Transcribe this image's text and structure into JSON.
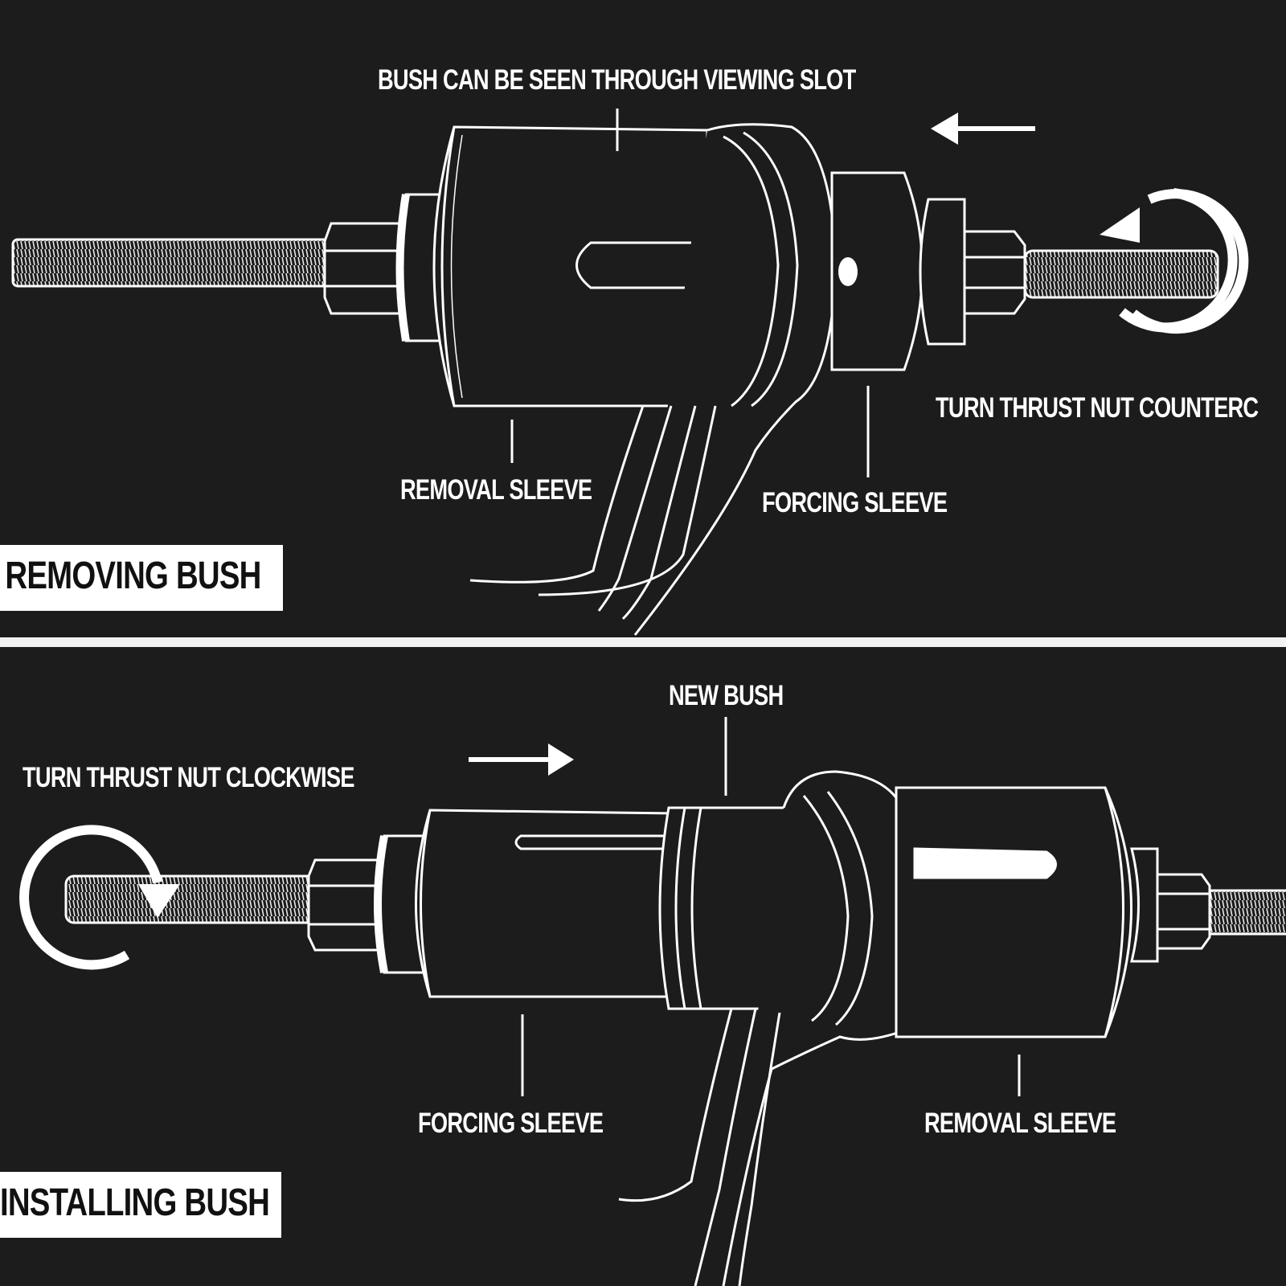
{
  "removing": {
    "badge": "REMOVING BUSH",
    "label_viewing_slot": "BUSH CAN BE SEEN THROUGH VIEWING SLOT",
    "label_turn_nut": "TURN THRUST NUT COUNTERC",
    "label_removal_sleeve": "REMOVAL SLEEVE",
    "label_forcing_sleeve": "FORCING SLEEVE",
    "direction_arrow_icon": "arrow-left-icon",
    "rotation_icon": "rotate-counterclockwise-icon"
  },
  "installing": {
    "badge": "INSTALLING BUSH",
    "label_new_bush": "NEW BUSH",
    "label_turn_nut": "TURN THRUST NUT CLOCKWISE",
    "label_forcing_sleeve": "FORCING SLEEVE",
    "label_removal_sleeve": "REMOVAL SLEEVE",
    "direction_arrow_icon": "arrow-right-icon",
    "rotation_icon": "rotate-clockwise-icon"
  },
  "colors": {
    "background": "#1c1c1c",
    "line": "#ffffff",
    "badge_bg": "#ffffff",
    "badge_text": "#111111"
  }
}
